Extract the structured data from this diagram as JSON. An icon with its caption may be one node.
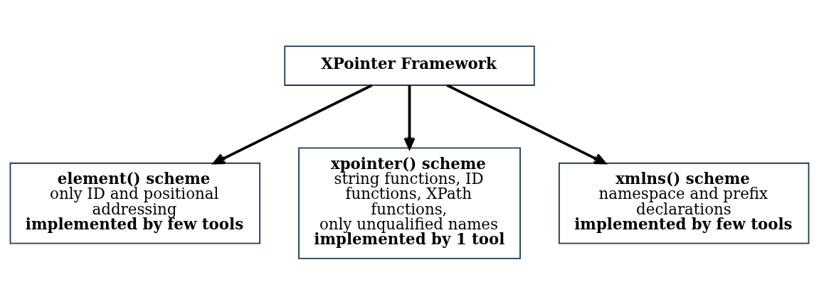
{
  "diagram": {
    "nodes": [
      {
        "text": [
          "XPointer Framework"
        ]
      },
      {
        "text": [
          "element() scheme",
          "only ID and positional addressing",
          "implemented by few tools"
        ]
      },
      {
        "text": [
          "xpointer() scheme",
          "string functions, ID functions, XPath functions,",
          "only unqualified names",
          "implemented by 1 tool"
        ]
      },
      {
        "text": [
          "xmlns() scheme",
          "namespace and prefix declarations",
          "implemented by few tools"
        ]
      }
    ],
    "edges": [
      {
        "from": 0,
        "to": 1,
        "arrow": "to"
      },
      {
        "from": 0,
        "to": 2,
        "arrow": "to"
      },
      {
        "from": 0,
        "to": 3,
        "arrow": "to"
      }
    ]
  }
}
